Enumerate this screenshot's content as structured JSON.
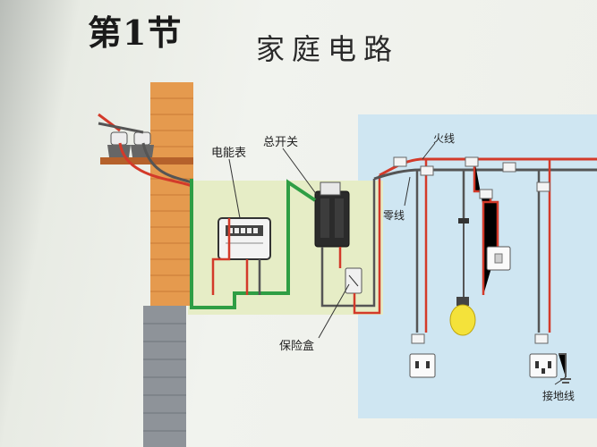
{
  "heading": {
    "section_number": "第1节",
    "title": "家庭电路"
  },
  "labels": {
    "meter": "电能表",
    "main_switch": "总开关",
    "fuse_box": "保险盒",
    "live_wire": "火线",
    "neutral_wire": "零线",
    "ground": "接地线"
  },
  "colors": {
    "live": "#d33a2a",
    "neutral": "#555555",
    "ground_wire": "#2f9e44",
    "indoor_panel": "#e6edc6",
    "room": "#cfe6f2",
    "brick": "#e59a4e",
    "gray_brick": "#8e9399"
  }
}
